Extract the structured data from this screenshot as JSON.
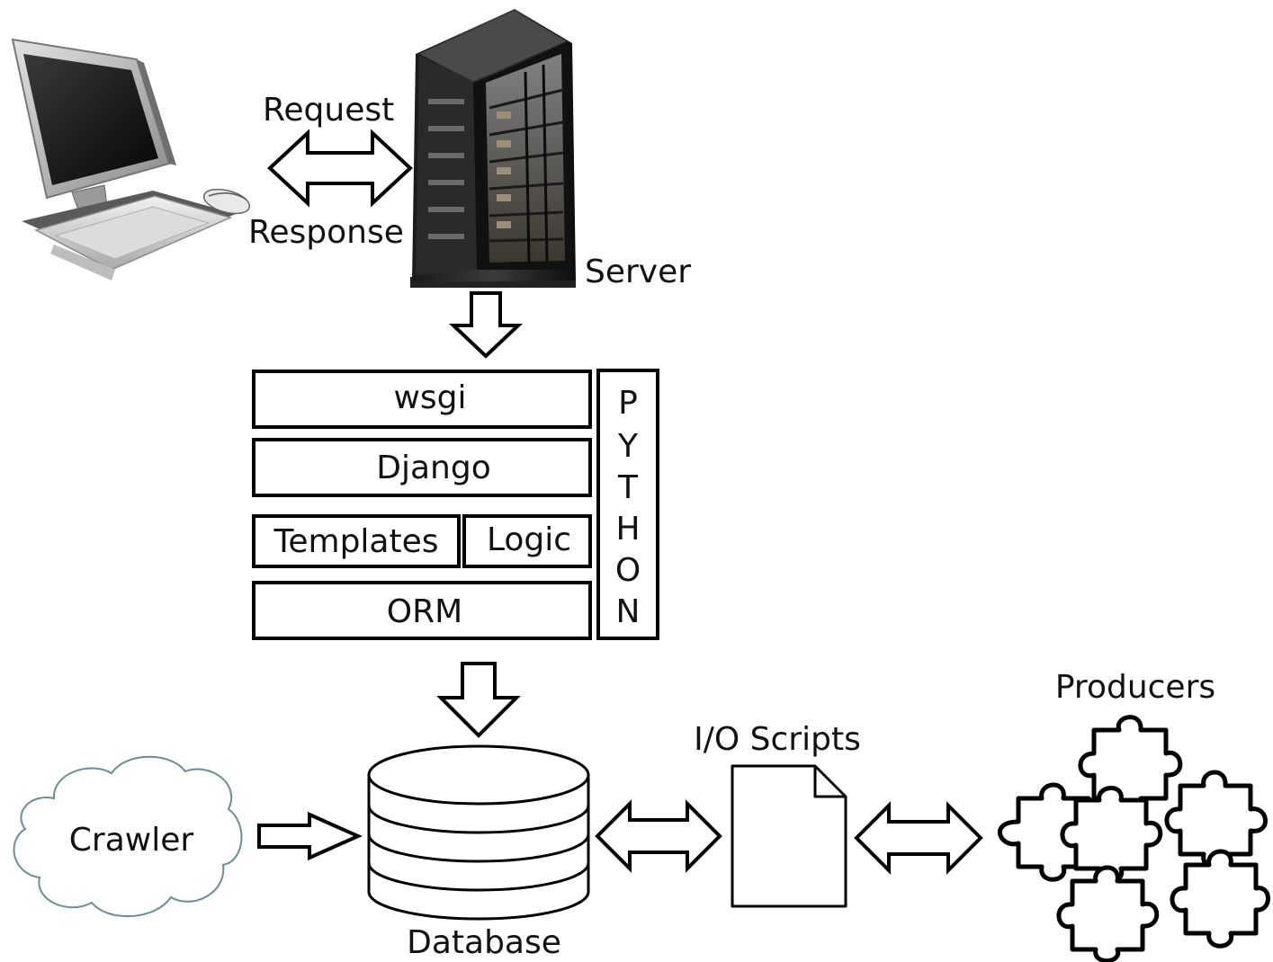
{
  "labels": {
    "request": "Request",
    "response": "Response",
    "server": "Server",
    "wsgi": "wsgi",
    "django": "Django",
    "templates": "Templates",
    "logic": "Logic",
    "orm": "ORM",
    "python": [
      "P",
      "Y",
      "T",
      "H",
      "O",
      "N"
    ],
    "crawler": "Crawler",
    "database": "Database",
    "io_scripts": "I/O Scripts",
    "producers": "Producers"
  },
  "colors": {
    "stroke": "#000000",
    "cloud_stroke": "#6b8e8e",
    "background": "#ffffff"
  },
  "icons": {
    "client": "desktop-computer-icon",
    "server": "server-tower-icon",
    "crawler": "cloud-icon",
    "database": "database-cylinder-icon",
    "io_scripts": "document-icon",
    "producers": "puzzle-pieces-icon"
  }
}
